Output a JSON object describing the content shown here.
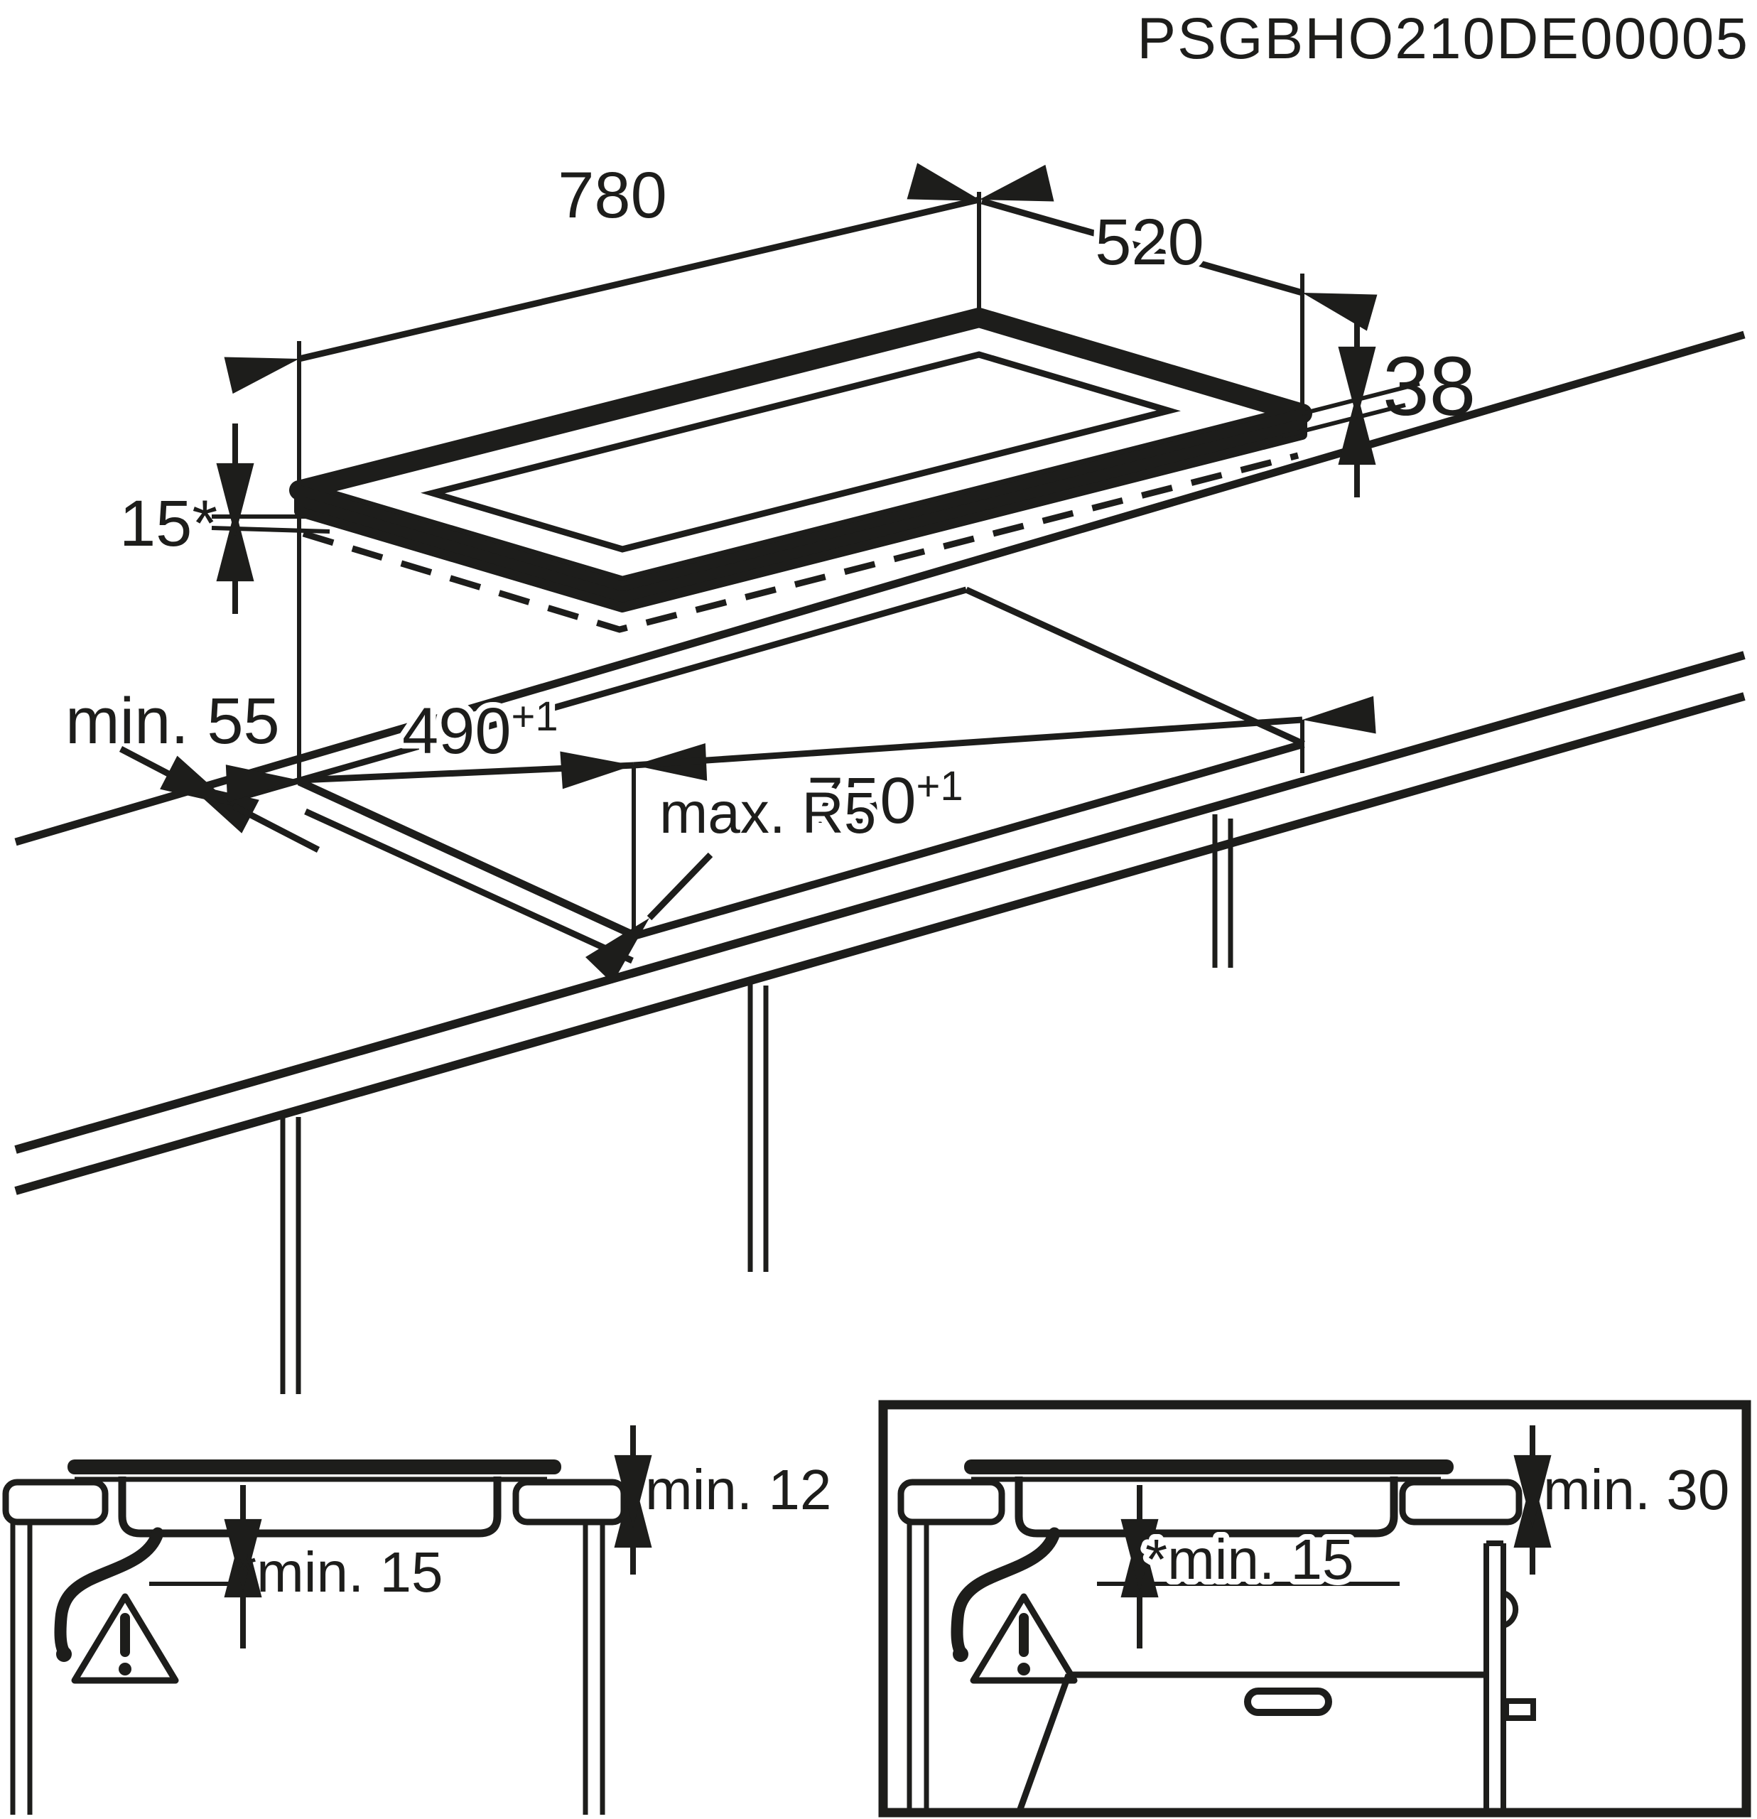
{
  "title": "PSGBHO210DE00005",
  "main_view": {
    "hob": {
      "width_label": "780",
      "depth_label": "520",
      "build_in_height_label": "38",
      "glass_edge_label": "15*"
    },
    "cutout": {
      "rear_clearance_label": "min. 55",
      "depth_value": "490",
      "depth_tolerance": "+1",
      "width_value": "750",
      "width_tolerance": "+1",
      "corner_radius_label": "max. R5"
    }
  },
  "detail_left": {
    "worktop_clearance_label": "min. 12",
    "under_hob_clearance_label": "*min. 15",
    "warning_glyph": "!"
  },
  "detail_right": {
    "worktop_clearance_label": "min. 30",
    "under_hob_clearance_label": "*min. 15",
    "warning_glyph": "!"
  }
}
